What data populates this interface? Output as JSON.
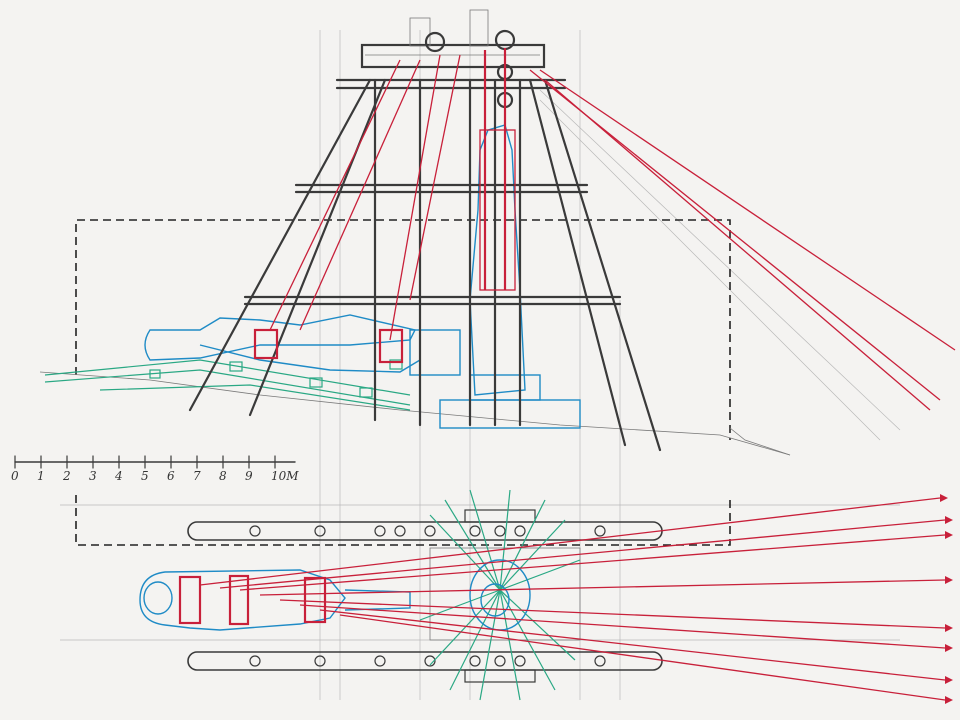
{
  "scale_bar": {
    "ticks": [
      "0",
      "1",
      "2",
      "3",
      "4",
      "5",
      "6",
      "7",
      "8",
      "9",
      "10M"
    ]
  },
  "colors": {
    "ink": "#3a3a3a",
    "rope": "#c8203a",
    "statue": "#1f8bc6",
    "sledge": "#2aa884"
  }
}
